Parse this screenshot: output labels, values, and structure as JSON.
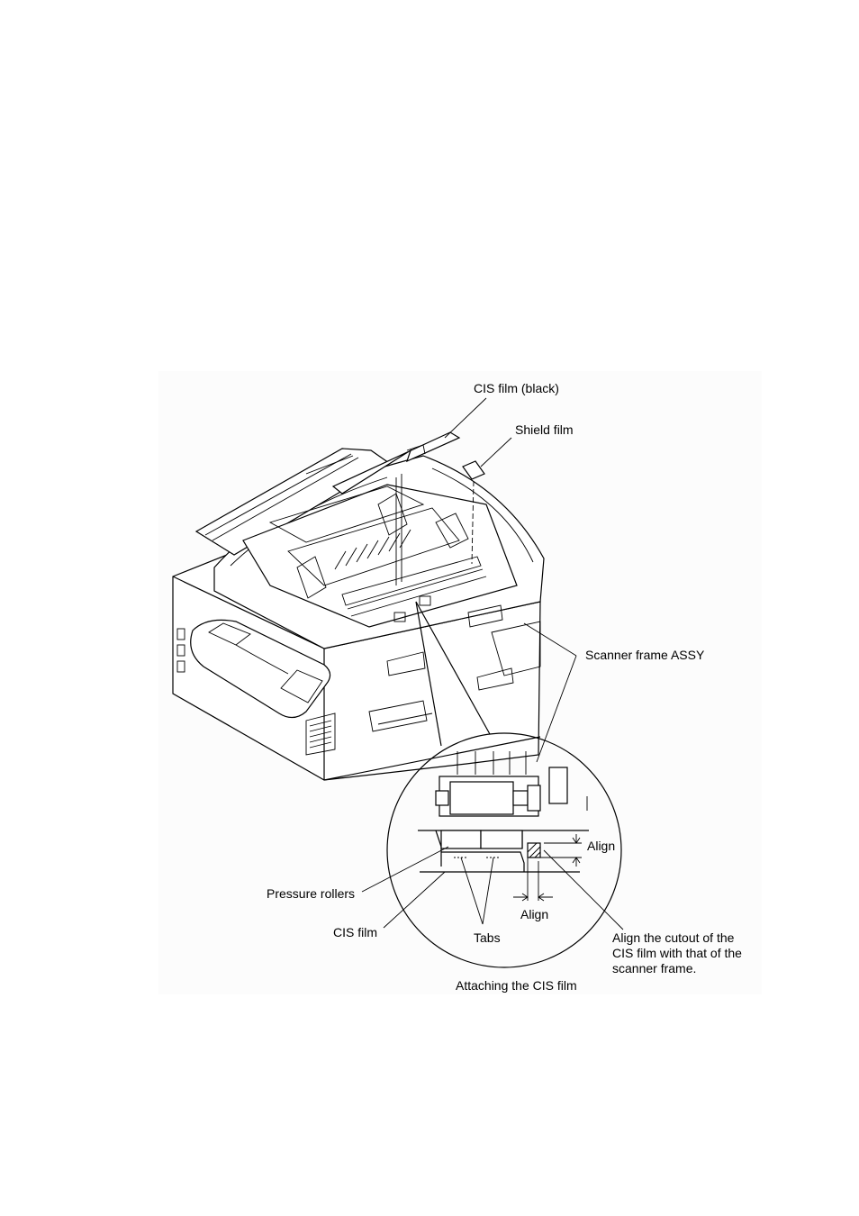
{
  "diagram": {
    "caption": "Attaching the CIS film",
    "callouts": {
      "cis_film_black": "CIS film (black)",
      "shield_film": "Shield film",
      "scanner_frame_assy": "Scanner frame ASSY",
      "align_vertical": "Align",
      "pressure_rollers": "Pressure rollers",
      "cis_film": "CIS film",
      "align_horizontal": "Align",
      "tabs": "Tabs",
      "align_note_line1": "Align the cutout of the",
      "align_note_line2": "CIS film with that of the",
      "align_note_line3": "scanner frame."
    }
  }
}
